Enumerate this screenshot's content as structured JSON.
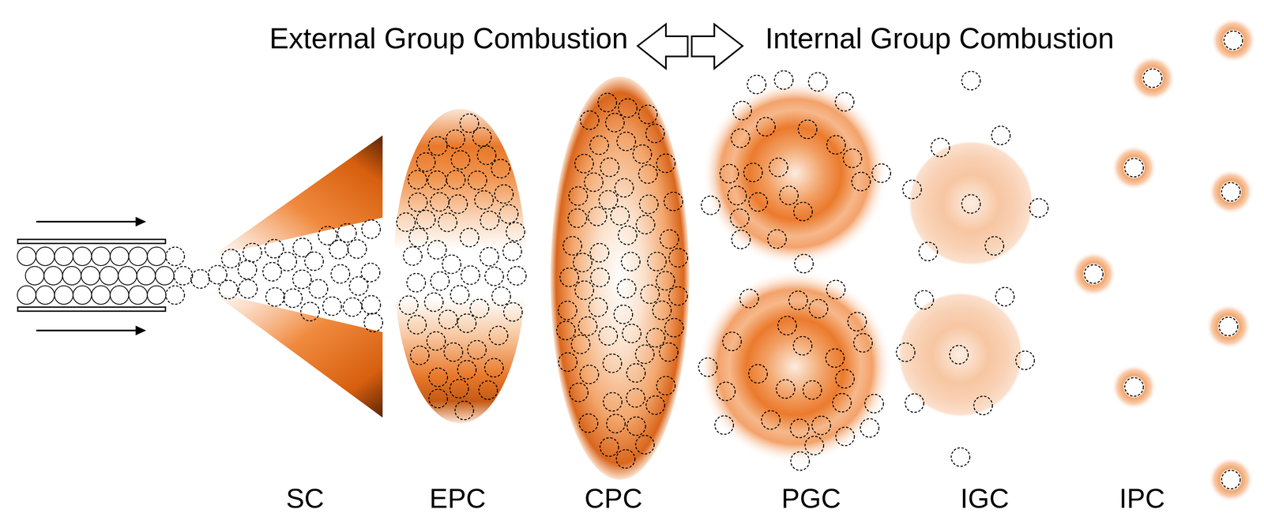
{
  "diagram": {
    "labels": [
      "External Group Combustion",
      "Internal Group Combustion",
      "SC",
      "EPC",
      "CPC",
      "PGC",
      "IGC",
      "IPC"
    ]
  }
}
